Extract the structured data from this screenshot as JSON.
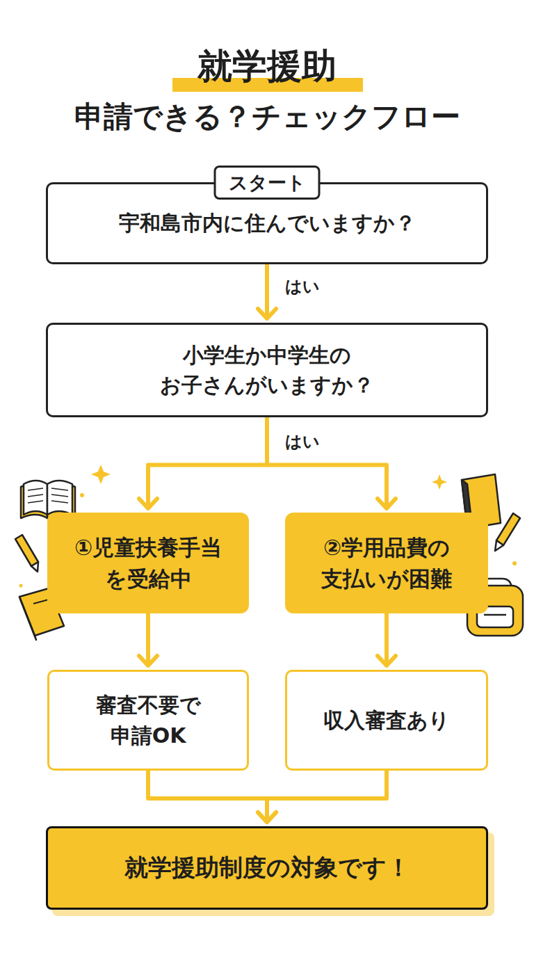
{
  "diagram": {
    "title": "就学援助",
    "nodes": [
      {
        "text": [
          "スタート",
          "宇和島市内に住んでいますか？"
        ]
      },
      {
        "text": [
          "小学生か中学生の お子さんがいますか？"
        ]
      },
      {
        "text": [
          "①児童扶養手当 を受給中"
        ]
      },
      {
        "text": [
          "②学用品費の 支払いが困難"
        ]
      },
      {
        "text": [
          "審査不要で 申請OK"
        ]
      },
      {
        "text": [
          "収入審査あり"
        ]
      },
      {
        "text": [
          "就学援助制度の対象です！"
        ]
      }
    ],
    "edges": [
      {
        "from": 0,
        "to": 1,
        "label": "はい",
        "arrow": "to"
      },
      {
        "from": 1,
        "to": 2,
        "label": "はい",
        "arrow": "to"
      },
      {
        "from": 1,
        "to": 3,
        "arrow": "to"
      },
      {
        "from": 2,
        "to": 4,
        "arrow": "to"
      },
      {
        "from": 3,
        "to": 5,
        "arrow": "to"
      },
      {
        "from": 4,
        "to": 6,
        "arrow": "to"
      },
      {
        "from": 5,
        "to": 6,
        "arrow": "to"
      }
    ],
    "labels": [
      "申請できる？チェックフロー"
    ]
  }
}
